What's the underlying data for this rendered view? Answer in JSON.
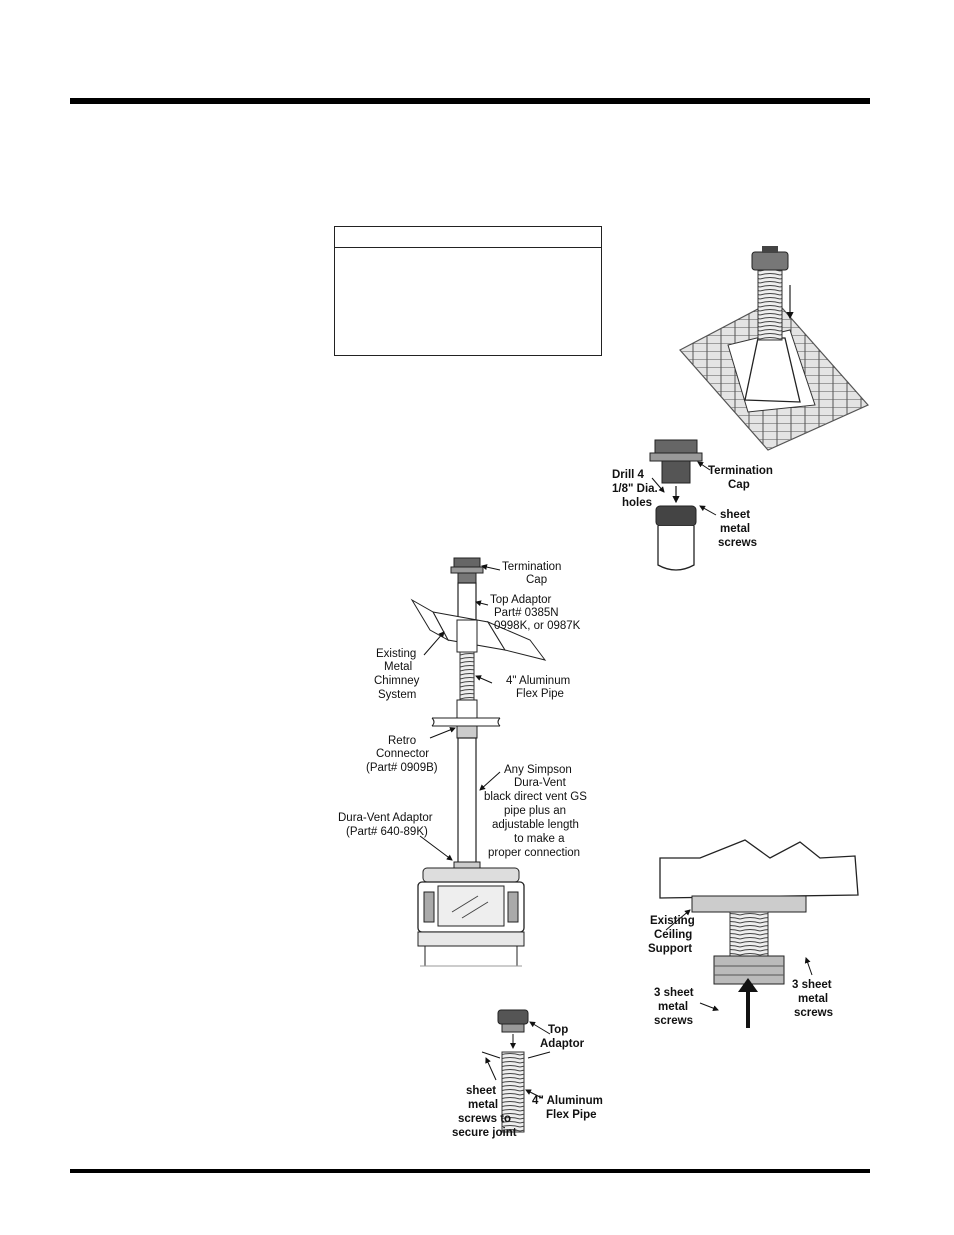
{
  "figures": {
    "termination_cap_install": {
      "label_drill": [
        "Drill 4",
        "1/8\" Dia.",
        "holes"
      ],
      "label_cap": [
        "Termination",
        "Cap"
      ],
      "label_screws": [
        "sheet",
        "metal",
        "screws"
      ]
    },
    "chimney_system": {
      "label_cap": [
        "Termination",
        "Cap"
      ],
      "label_top_adaptor": [
        "Top Adaptor",
        "Part# 0385N",
        "0998K, or 0987K"
      ],
      "label_existing": [
        "Existing",
        "Metal",
        "Chimney",
        "System"
      ],
      "label_flex": [
        "4\" Aluminum",
        "Flex Pipe"
      ],
      "label_retro": [
        "Retro",
        "Connector",
        "(Part# 0909B)"
      ],
      "label_simpson": [
        "Any Simpson",
        "Dura-Vent",
        "black direct vent GS",
        "pipe plus an",
        "adjustable length",
        "to make a",
        "proper connection"
      ],
      "label_duravent": [
        "Dura-Vent Adaptor",
        "(Part# 640-89K)"
      ]
    },
    "ceiling_support": {
      "label_support": [
        "Existing",
        "Ceiling",
        "Support"
      ],
      "label_screws_left": [
        "3 sheet",
        "metal",
        "screws"
      ],
      "label_screws_right": [
        "3 sheet",
        "metal",
        "screws"
      ]
    },
    "top_adaptor_joint": {
      "label_top": [
        "Top",
        "Adaptor"
      ],
      "label_screws": [
        "sheet",
        "metal",
        "screws to",
        "secure joint"
      ],
      "label_flex": [
        "4\" Aluminum",
        "Flex Pipe"
      ]
    }
  }
}
